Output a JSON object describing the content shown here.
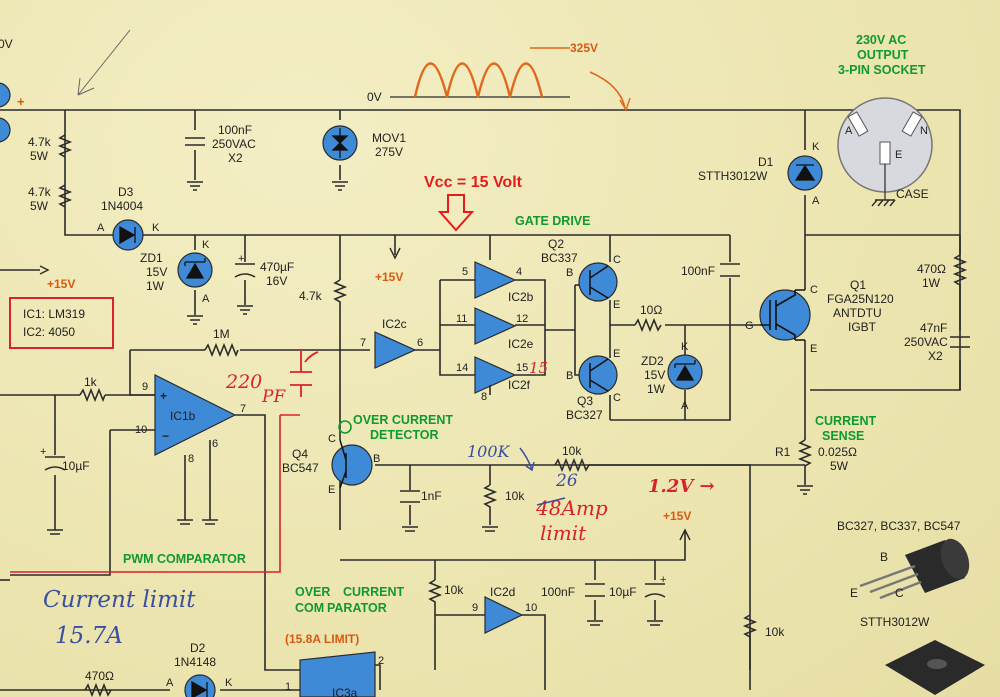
{
  "labels": {
    "v325": "325V",
    "v0": "0V",
    "vcut": "0V",
    "ac_output": [
      "230V AC",
      "OUTPUT",
      "3-PIN SOCKET"
    ],
    "socket_a": "A",
    "socket_n": "N",
    "socket_e": "E",
    "case": "CASE",
    "r_47k_1": [
      "4.7k",
      "5W"
    ],
    "r_47k_2": [
      "4.7k",
      "5W"
    ],
    "c_100nf": [
      "100nF",
      "250VAC",
      "X2"
    ],
    "mov1": [
      "MOV1",
      "275V"
    ],
    "d1": [
      "D1",
      "STTH3012W"
    ],
    "d3": [
      "D3",
      "1N4004"
    ],
    "zd1": [
      "ZD1",
      "15V",
      "1W"
    ],
    "c_470uf": [
      "470µF",
      "16V"
    ],
    "r_47k_3": "4.7k",
    "vcc_note": "Vcc = 15 Volt",
    "gate_drive": "GATE DRIVE",
    "q2": [
      "Q2",
      "BC337"
    ],
    "c_100nf_2": "100nF",
    "q1": [
      "Q1",
      "FGA25N120",
      "ANTDTU",
      "IGBT"
    ],
    "r_470": [
      "470Ω",
      "1W"
    ],
    "c_47nf": [
      "47nF",
      "250VAC",
      "X2"
    ],
    "plus15_left": "+15V",
    "plus15_mid": "+15V",
    "plus15_low": "+15V",
    "ic_box": [
      "IC1: LM319",
      "IC2: 4050"
    ],
    "ic2c": "IC2c",
    "ic2b": "IC2b",
    "ic2e": "IC2e",
    "ic2f": "IC2f",
    "r_1m": "1M",
    "r_10ohm": "10Ω",
    "zd2": [
      "ZD2",
      "15V",
      "1W"
    ],
    "q3": [
      "Q3",
      "BC327"
    ],
    "r_1k": "1k",
    "ic1b": "IC1b",
    "over_current": [
      "OVER CURRENT",
      "DETECTOR"
    ],
    "q4": [
      "Q4",
      "BC547"
    ],
    "c_10uf": "10µF",
    "c_1nf": "1nF",
    "r_10k_a": "10k",
    "r_10k_b": "10k",
    "current_sense": [
      "CURRENT",
      "SENSE"
    ],
    "r1": [
      "R1",
      "0.025Ω",
      "5W"
    ],
    "transistors": "BC327, BC337, BC547",
    "pin_b": "B",
    "pin_c": "C",
    "pin_e": "E",
    "pwm_comp": "PWM COMPARATOR",
    "over_current_comp": [
      "OVER",
      "CURRENT",
      "COM",
      "PARATOR"
    ],
    "limit": "(15.8A  LIMIT)",
    "r_10k_c": "10k",
    "ic2d": "IC2d",
    "c_100nf_3": "100nF",
    "c_10uf_2": "10µF",
    "r_10k_d": "10k",
    "stth": "STTH3012W",
    "d2": [
      "D2",
      "1N4148"
    ],
    "r_470_b": "470Ω",
    "ic3a": "IC3a"
  },
  "handwritten": {
    "cap_220pf": "220\nPF",
    "r_100k": "100K",
    "amp_26": "26",
    "amp_48": "48Amp",
    "limit": "limit",
    "volt_12": "1.2V →",
    "pin15": "15",
    "current_limit": "Current limit",
    "current_value": "15.7A"
  },
  "colors": {
    "paper": "#ece5b0",
    "component_blue": "#3f8ad6",
    "label_green": "#0f9a2e",
    "label_orange": "#d85a10",
    "annotation_red": "#d8232a",
    "annotation_blue": "#3a4f9e"
  }
}
